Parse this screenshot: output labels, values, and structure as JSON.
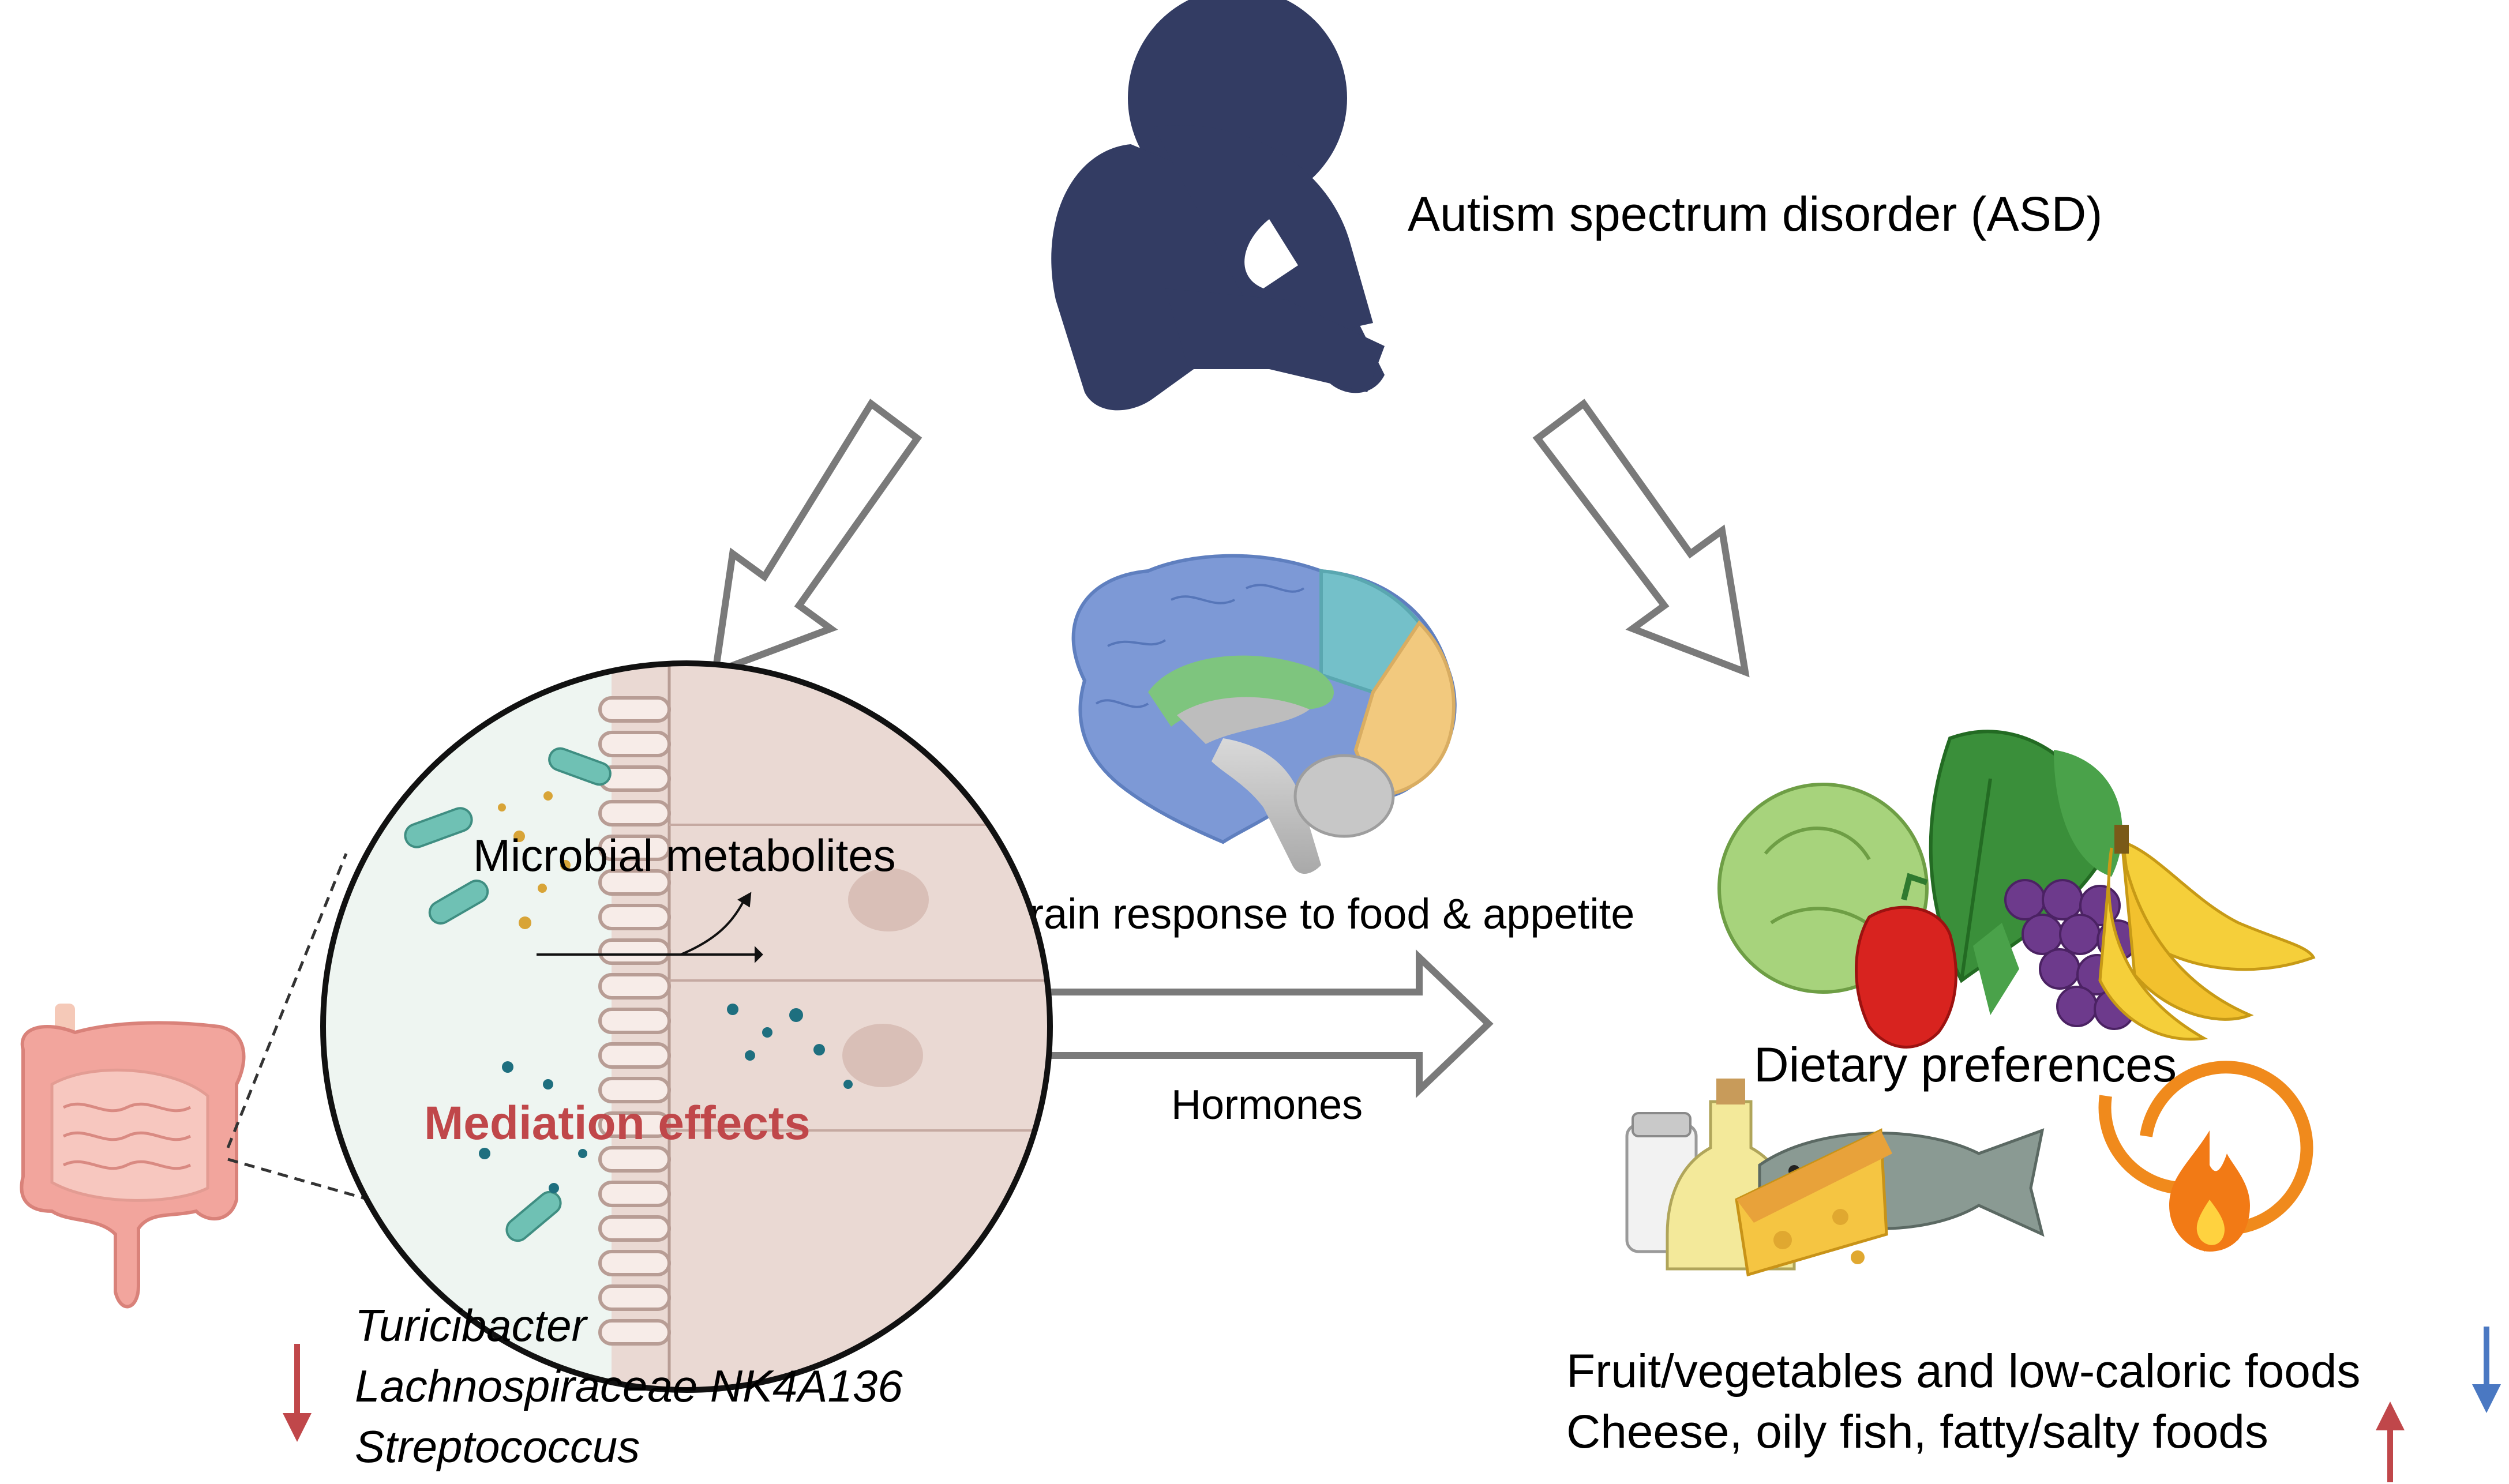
{
  "labels": {
    "asd": "Autism spectrum disorder (ASD)",
    "brain_response": "Brain response to food & appetite",
    "microbial_metabolites": "Microbial metabolites",
    "mediation_effects": "Mediation effects",
    "hormones": "Hormones",
    "dietary_preferences": "Dietary preferences"
  },
  "taxa": [
    "Turicibacter",
    "Lachnospiraceae NK4A136",
    "Streptococcus"
  ],
  "food_trends": [
    {
      "text": "Fruit/vegetables and low-caloric foods",
      "direction": "down"
    },
    {
      "text": "Cheese, oily fish, fatty/salty foods",
      "direction": "up"
    }
  ],
  "colors": {
    "person": "#333c63",
    "mediation_text": "#c0474a",
    "arrow_up": "#c0474a",
    "arrow_down": "#4a78c2",
    "hollow_arrow": "#7a7a7a",
    "fire": "#f08a1c"
  },
  "icons": [
    "person-hugging-knees-icon",
    "brain-icon",
    "intestine-icon",
    "gut-lumen-zoom-icon",
    "vegetables-fruits-icon",
    "fat-salt-cheese-fish-icon",
    "energy-cycle-icon"
  ]
}
